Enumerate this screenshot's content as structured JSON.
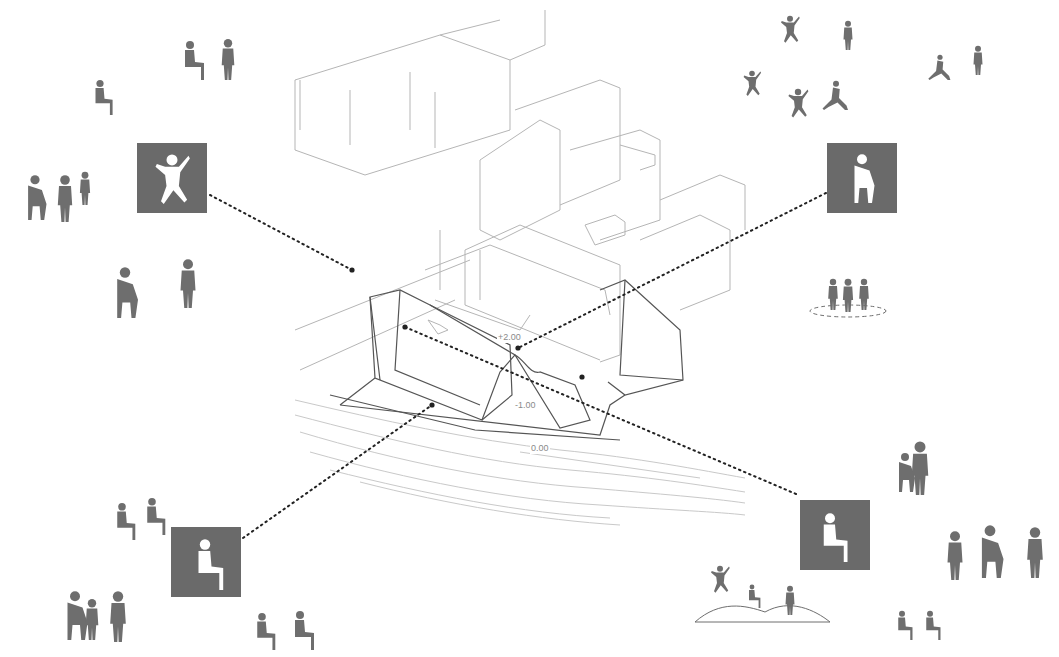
{
  "diagram": {
    "labels": [
      "+2.00",
      "-1.00",
      "0.00"
    ]
  }
}
